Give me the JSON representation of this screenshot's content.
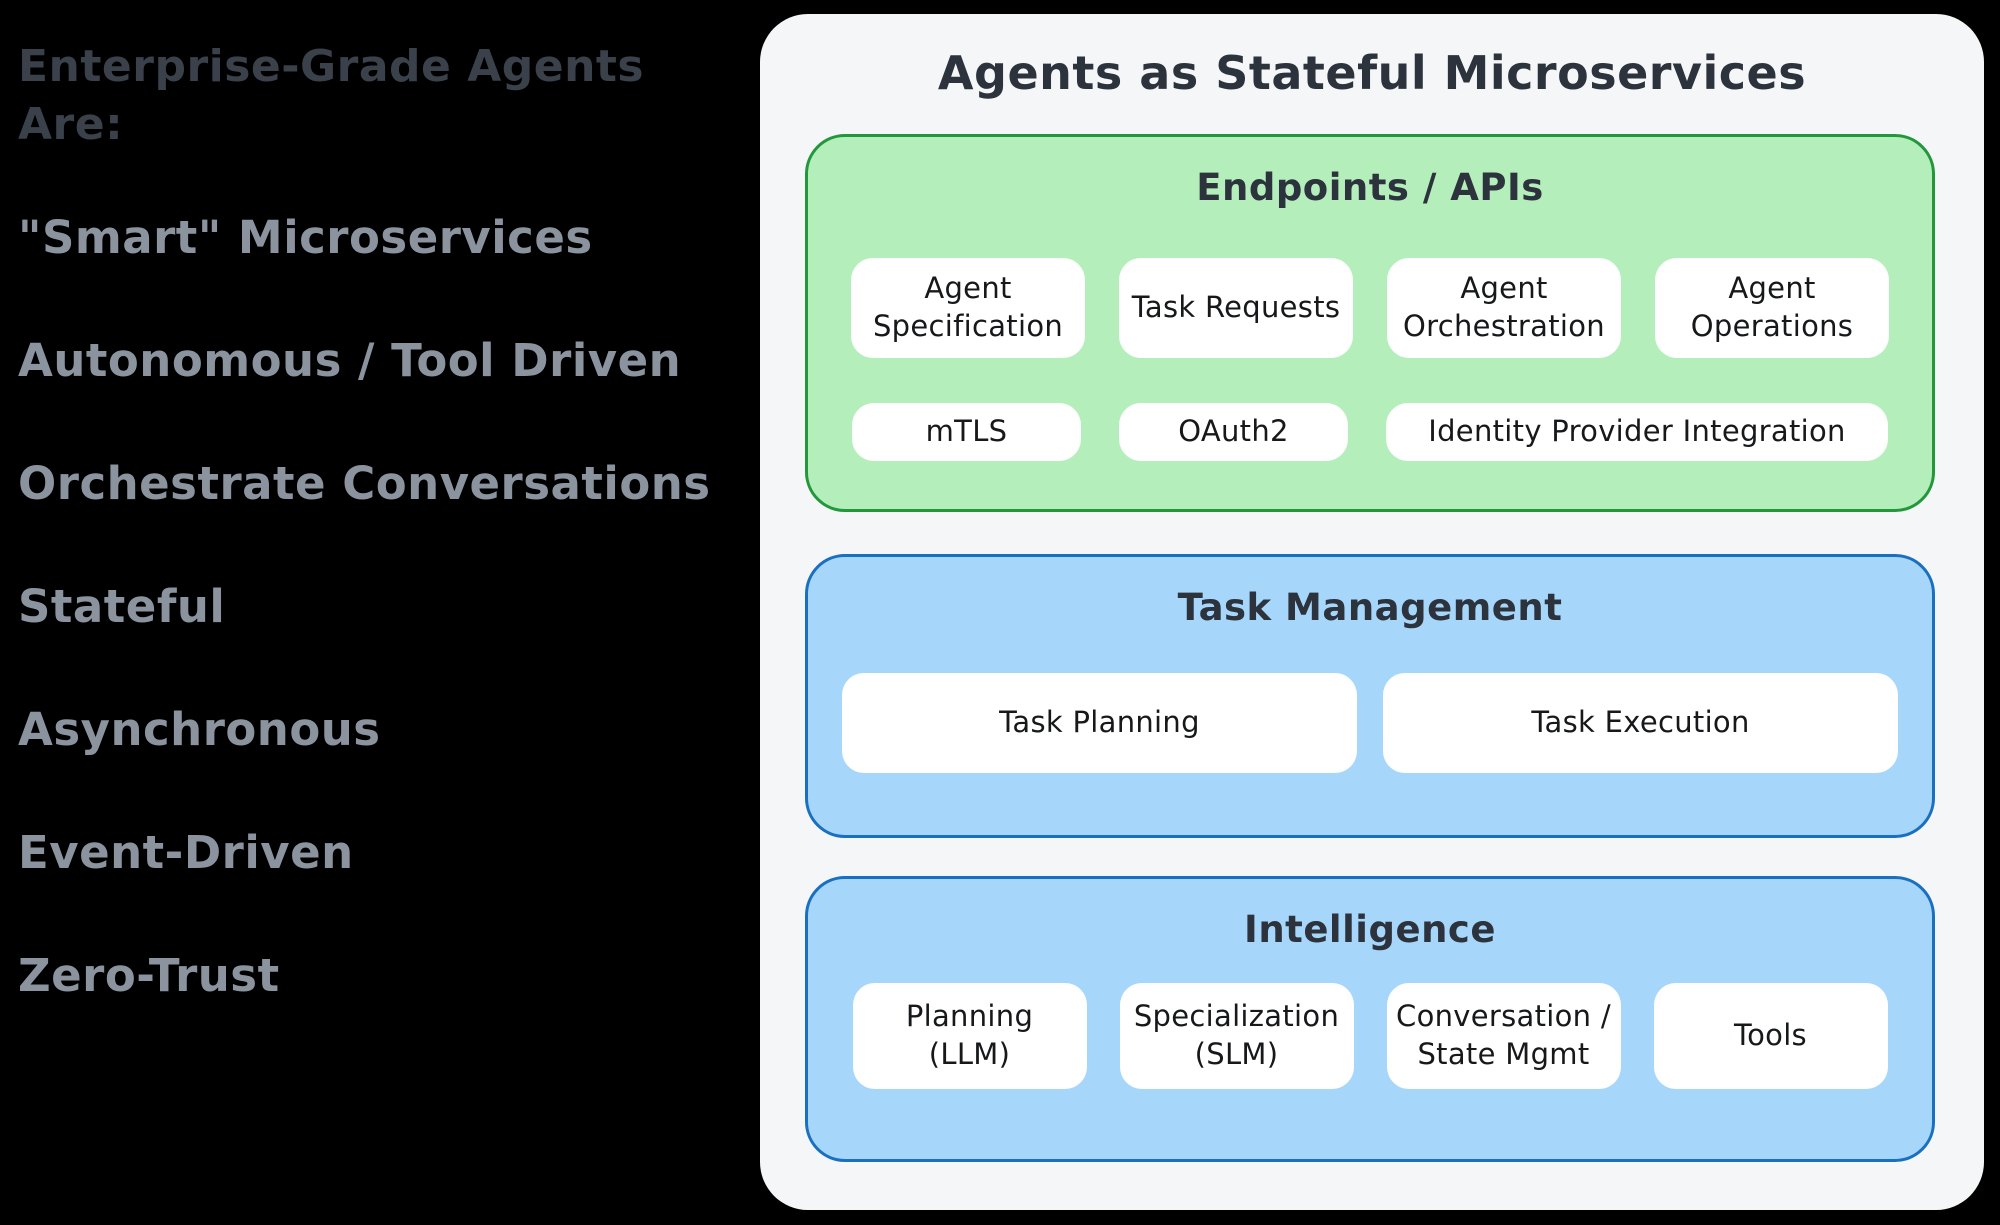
{
  "left_panel": {
    "heading": "Enterprise-Grade Agents Are:",
    "items": [
      "\"Smart\" Microservices",
      "Autonomous / Tool Driven",
      "Orchestrate Conversations",
      "Stateful",
      "Asynchronous",
      "Event-Driven",
      "Zero-Trust"
    ]
  },
  "diagram": {
    "title": "Agents as Stateful Microservices",
    "sections": [
      {
        "title": "Endpoints / APIs",
        "theme_fill": "#b3eebb",
        "theme_border": "#23973c",
        "rows": [
          [
            "Agent\nSpecification",
            "Task Requests",
            "Agent\nOrchestration",
            "Agent\nOperations"
          ],
          [
            "mTLS",
            "OAuth2",
            "Identity Provider Integration"
          ]
        ]
      },
      {
        "title": "Task Management",
        "theme_fill": "#a6d7fb",
        "theme_border": "#1a70c0",
        "rows": [
          [
            "Task Planning",
            "Task Execution"
          ]
        ]
      },
      {
        "title": "Intelligence",
        "theme_fill": "#a6d7fb",
        "theme_border": "#1a70c0",
        "rows": [
          [
            "Planning\n(LLM)",
            "Specialization\n(SLM)",
            "Conversation /\nState Mgmt",
            "Tools"
          ]
        ]
      }
    ]
  },
  "colors": {
    "background": "#000000",
    "panel_bg": "#f5f6f8",
    "green_fill": "#b3eebb",
    "green_border": "#23973c",
    "blue_fill": "#a6d7fb",
    "blue_border": "#1a70c0",
    "heading_text": "#3a414a",
    "item_text": "#8b949e",
    "title_text": "#2d333d",
    "node_text": "#17181a"
  }
}
